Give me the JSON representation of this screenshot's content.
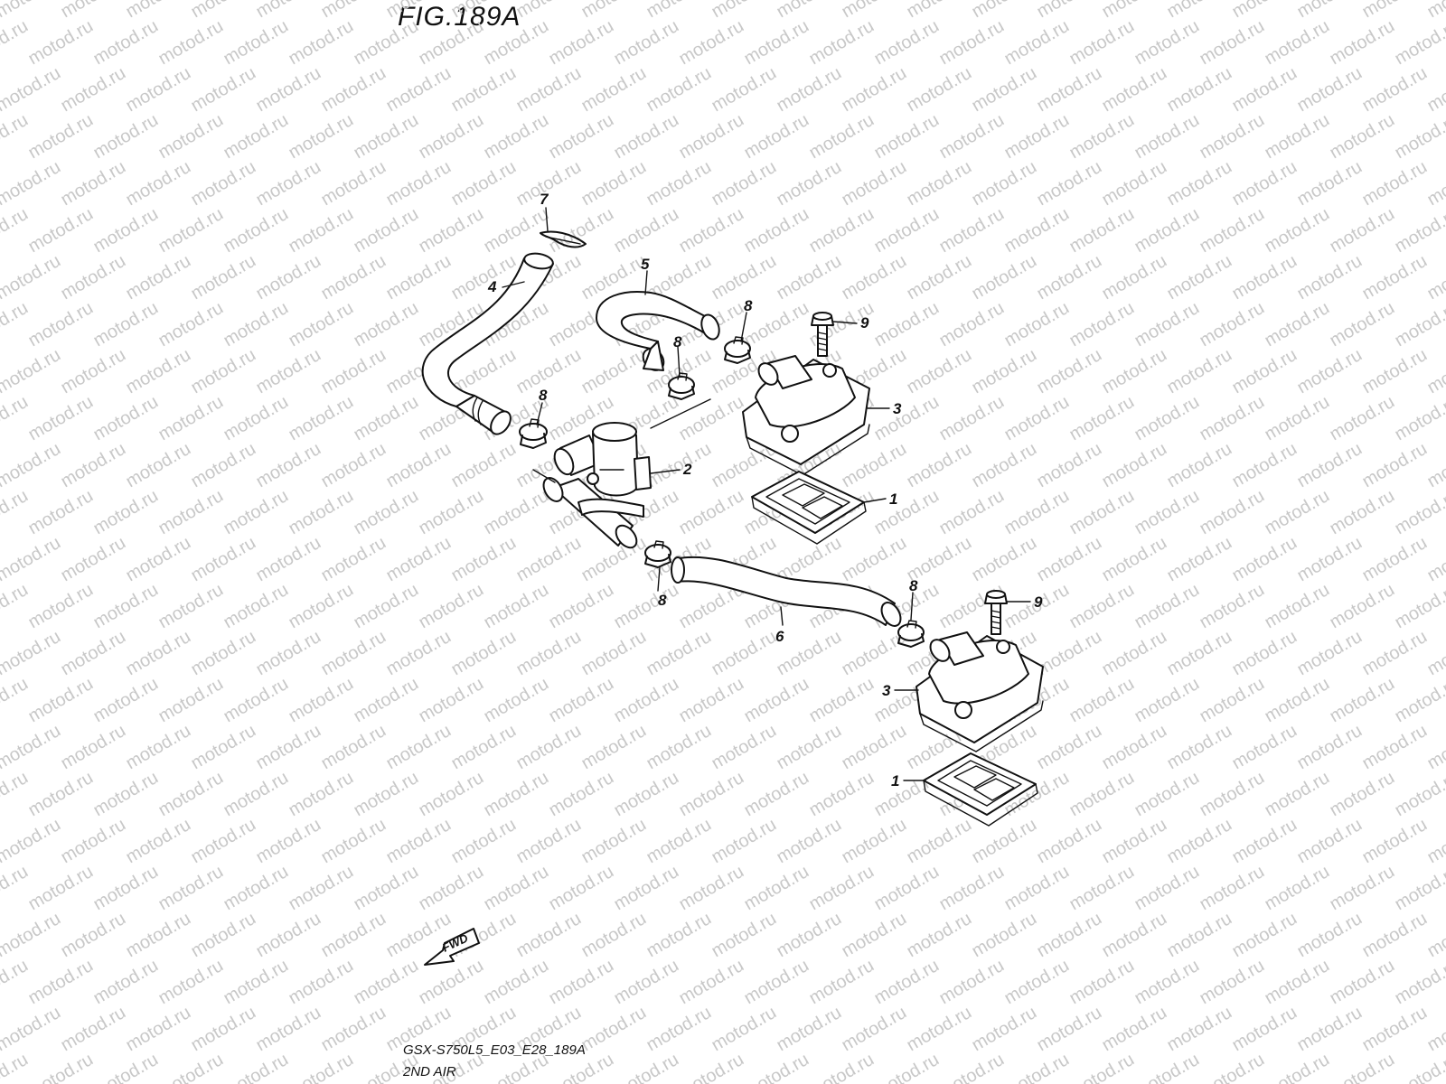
{
  "figure": {
    "title": "FIG.189A",
    "model_code": "GSX-S750L5_E03_E28_189A",
    "section_name": "2ND AIR",
    "direction_label": "FWD",
    "watermark_text": "motod.ru"
  },
  "callouts": {
    "reed_valve_upper": "1",
    "reed_valve_lower": "1",
    "control_valve": "2",
    "cover_upper": "3",
    "cover_lower": "3",
    "hose_4": "4",
    "hose_5": "5",
    "hose_6": "6",
    "clip": "7",
    "clamp_a": "8",
    "clamp_b": "8",
    "clamp_c": "8",
    "clamp_d": "8",
    "clamp_e": "8",
    "bolt_upper": "9",
    "bolt_lower": "9"
  },
  "colors": {
    "ink": "#111111",
    "watermark": "#c8c8c8",
    "background": "#ffffff"
  }
}
